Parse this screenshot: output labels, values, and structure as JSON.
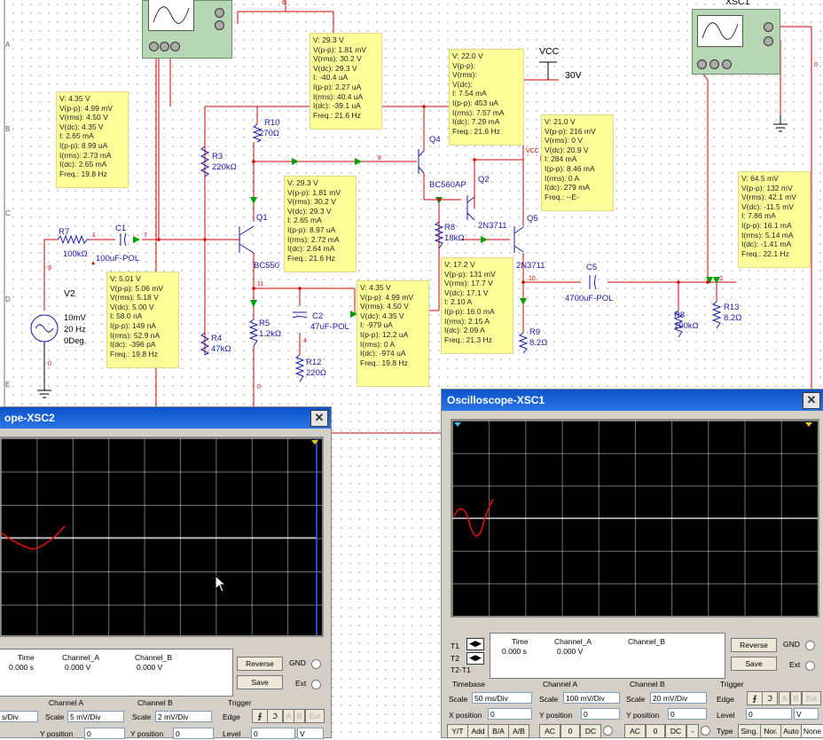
{
  "probes": {
    "p1": [
      "V: 29.3 V",
      "V(p-p): 1.81 mV",
      "V(rms): 30.2 V",
      "V(dc): 29.3 V",
      "I: -40.4 uA",
      "I(p-p): 2.27 uA",
      "I(rms): 40.4 uA",
      "I(dc): -39.1 uA",
      "Freq.: 21.6 Hz"
    ],
    "p2": [
      "V: 22.0 V",
      "V(p-p):",
      "V(rms):",
      "V(dc):",
      "I: 7.54 mA",
      "I(p-p): 453 uA",
      "I(rms): 7.57 mA",
      "I(dc): 7.29 mA",
      "Freq.: 21.6 Hz"
    ],
    "p3": [
      "V: 4.35 V",
      "V(p-p): 4.99 mV",
      "V(rms): 4.50 V",
      "V(dc): 4.35 V",
      "I: 2.65 mA",
      "I(p-p): 8.99 uA",
      "I(rms): 2.73 mA",
      "I(dc): 2.65 mA",
      "Freq.: 19.8 Hz"
    ],
    "p4": [
      "V: 21.0 V",
      "V(p-p): 216 mV",
      "V(rms): 0 V",
      "V(dc): 20.9 V",
      "I: 284 mA",
      "I(p-p): 8.46 mA",
      "I(rms): 0 A",
      "I(dc): 279 mA",
      "Freq.: --E-"
    ],
    "p5": [
      "V: 29.3 V",
      "V(p-p): 1.81 mV",
      "V(rms): 30.2 V",
      "V(dc): 29.3 V",
      "I: 2.65 mA",
      "I(p-p): 8.97 uA",
      "I(rms): 2.72 mA",
      "I(dc): 2.64 mA",
      "Freq.: 21.6 Hz"
    ],
    "p6": [
      "V: 64.5 mV",
      "V(p-p): 132 mV",
      "V(rms): 42.1 mV",
      "V(dc): -11.5 mV",
      "I: 7.86 mA",
      "I(p-p): 16.1 mA",
      "I(rms): 5.14 mA",
      "I(dc): -1.41 mA",
      "Freq.: 22.1 Hz"
    ],
    "p7": [
      "V: 5.01 V",
      "V(p-p): 5.06 mV",
      "V(rms): 5.18 V",
      "V(dc): 5.00 V",
      "I: 58.0 nA",
      "I(p-p): 149 nA",
      "I(rms): 52.9 nA",
      "I(dc): -396 pA",
      "Freq.: 19.8 Hz"
    ],
    "p8": [
      "V: 17.2 V",
      "V(p-p): 131 mV",
      "V(rms): 17.7 V",
      "V(dc): 17.1 V",
      "I: 2.10 A",
      "I(p-p): 16.0 mA",
      "I(rms): 2.15 A",
      "I(dc): 2.09 A",
      "Freq.: 21.3 Hz"
    ],
    "p9": [
      "V: 4.35 V",
      "V(p-p): 4.99 mV",
      "V(rms): 4.50 V",
      "V(dc): 4.35 V",
      "I: -979 uA",
      "I(p-p): 12.2 uA",
      "I(rms): 0 A",
      "I(dc): -974 uA",
      "Freq.: 19.8 Hz"
    ]
  },
  "components": {
    "r10": "R10",
    "r10v": "270Ω",
    "r3": "R3",
    "r3v": "220kΩ",
    "r7": "R7",
    "r7v": "100kΩ",
    "c1": "C1",
    "c1v": "100uF-POL",
    "v2": "V2",
    "v2a": "10mV",
    "v2b": "20 Hz",
    "v2c": "0Deg.",
    "q1": "Q1",
    "q1m": "BC550",
    "q4": "Q4",
    "q4m": "BC560AP",
    "q2": "Q2",
    "q2m": "2N3711",
    "q5": "Q5",
    "q5m": "2N3711",
    "r8a": "R8",
    "r8av": "18kΩ",
    "r4": "R4",
    "r4v": "47kΩ",
    "r5": "R5",
    "r5v": "1.2kΩ",
    "c2": "C2",
    "c2v": "47uF-POL",
    "r12": "R12",
    "r12v": "220Ω",
    "r9": "R9",
    "r9v": "8.2Ω",
    "c5": "C5",
    "c5v": "4700uF-POL",
    "r8b": "R8",
    "r8bv": "100kΩ",
    "r13": "R13",
    "r13v": "8.2Ω",
    "vcc": "VCC",
    "vccv": "30V",
    "vccsmall": "VCC",
    "xsc1": "XSC1"
  },
  "nets": {
    "n1": "1",
    "n7": "7",
    "n9": "9",
    "n0a": "0",
    "n11": "11",
    "n0b": "0",
    "n8": "8",
    "n10": "10",
    "n2": "2",
    "n0c": "0",
    "n4": "4",
    "n6": "6"
  },
  "rows": [
    "A",
    "B",
    "C",
    "D",
    "E"
  ],
  "xsc2": {
    "title": "ope-XSC2",
    "close": "✕",
    "hdr_time": "Time",
    "hdr_a": "Channel_A",
    "hdr_b": "Channel_B",
    "val_time": "0.000 s",
    "val_a": "0.000 V",
    "val_b": "0.000 V",
    "reverse": "Reverse",
    "save": "Save",
    "gnd": "GND",
    "ext": "Ext",
    "ch_a": "Channel A",
    "ch_b": "Channel B",
    "trigger": "Trigger",
    "scale": "Scale",
    "scale_a": "5 mV/Div",
    "scale_b": "2 mV/Div",
    "timebase_scale": "s/Div",
    "ypos": "Y position",
    "ypos_a": "0",
    "ypos_b": "0",
    "edge": "Edge",
    "level": "Level",
    "level_v": "0",
    "level_unit": "V",
    "trig_a": "A",
    "trig_b": "B",
    "trig_ext": "Ext"
  },
  "xsc1": {
    "title": "Oscilloscope-XSC1",
    "close": "✕",
    "t1": "T1",
    "t2": "T2",
    "t2t1": "T2-T1",
    "hdr_time": "Time",
    "hdr_a": "Channel_A",
    "hdr_b": "Channel_B",
    "val_time": "0.000 s",
    "val_a": "0.000 V",
    "reverse": "Reverse",
    "save": "Save",
    "gnd": "GND",
    "ext": "Ext",
    "timebase": "Timebase",
    "ch_a": "Channel A",
    "ch_b": "Channel B",
    "trigger": "Trigger",
    "scale": "Scale",
    "tb_scale": "50 ms/Div",
    "scale_a": "100 mV/Div",
    "scale_b": "20 mV/Div",
    "xpos": "X position",
    "xpos_v": "0",
    "ypos": "Y position",
    "ypos_a": "0",
    "ypos_b": "0",
    "edge": "Edge",
    "level": "Level",
    "level_v": "0",
    "level_unit": "V",
    "trig_a": "A",
    "trig_b": "B",
    "trig_ext": "Ext",
    "yt": "Y/T",
    "add": "Add",
    "ba": "B/A",
    "ab": "A/B",
    "ac_a": "AC",
    "zero_a": "0",
    "dc_a": "DC",
    "ac_b": "AC",
    "zero_b": "0",
    "dc_b": "DC",
    "minus_b": "-",
    "type": "Type",
    "sing": "Sing.",
    "nor": "Nor.",
    "auto": "Auto",
    "none": "None"
  }
}
